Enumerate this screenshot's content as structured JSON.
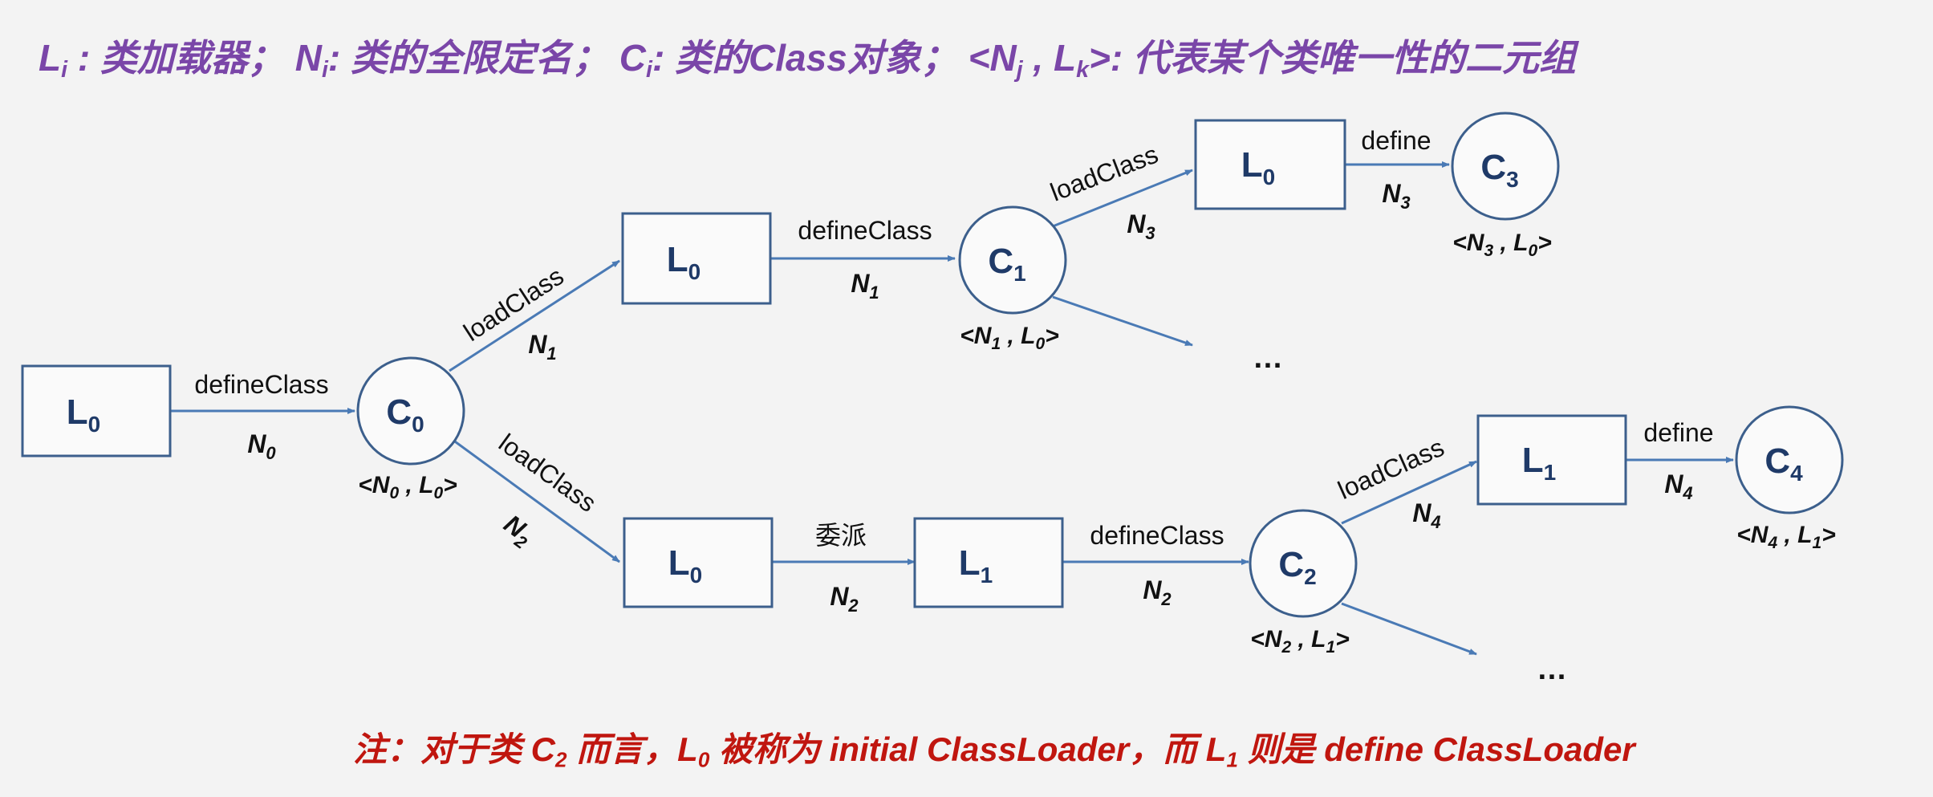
{
  "legend": {
    "l_term": "L",
    "l_sub": "i",
    "l_desc": " : 类加载器；",
    "n_term": "N",
    "n_sub": "i",
    "n_desc": ": 类的全限定名；",
    "c_term": "C",
    "c_sub": "i",
    "c_desc": ": 类的Class对象；",
    "pair_open": "<N",
    "pair_sub1": "j",
    "pair_mid": " , L",
    "pair_sub2": "k",
    "pair_close": ">",
    "pair_desc": ": 代表某个类唯一性的二元组"
  },
  "boxes": [
    {
      "id": "b1",
      "base": "L",
      "sub": "0"
    },
    {
      "id": "b2",
      "base": "L",
      "sub": "0"
    },
    {
      "id": "b3",
      "base": "L",
      "sub": "0"
    },
    {
      "id": "b4",
      "base": "L",
      "sub": "0"
    },
    {
      "id": "b5",
      "base": "L",
      "sub": "1"
    },
    {
      "id": "b6",
      "base": "L",
      "sub": "1"
    }
  ],
  "circles": [
    {
      "id": "c0",
      "base": "C",
      "sub": "0"
    },
    {
      "id": "c1",
      "base": "C",
      "sub": "1"
    },
    {
      "id": "c2",
      "base": "C",
      "sub": "2"
    },
    {
      "id": "c3",
      "base": "C",
      "sub": "3"
    },
    {
      "id": "c4",
      "base": "C",
      "sub": "4"
    }
  ],
  "pairs": [
    {
      "id": "p0",
      "n": "0",
      "l": "0"
    },
    {
      "id": "p1",
      "n": "1",
      "l": "0"
    },
    {
      "id": "p2",
      "n": "2",
      "l": "1"
    },
    {
      "id": "p3",
      "n": "3",
      "l": "0"
    },
    {
      "id": "p4",
      "n": "4",
      "l": "1"
    }
  ],
  "edges": [
    {
      "id": "e1",
      "label": "defineClass",
      "sub": "0"
    },
    {
      "id": "e2",
      "label": "loadClass",
      "sub": "1"
    },
    {
      "id": "e3",
      "label": "loadClass",
      "sub": "2"
    },
    {
      "id": "e4",
      "label": "defineClass",
      "sub": "1"
    },
    {
      "id": "e5",
      "label": "loadClass",
      "sub": "3"
    },
    {
      "id": "e6",
      "label": "define",
      "sub": "3"
    },
    {
      "id": "e7",
      "label": "委派",
      "sub": "2"
    },
    {
      "id": "e8",
      "label": "defineClass",
      "sub": "2"
    },
    {
      "id": "e9",
      "label": "loadClass",
      "sub": "4"
    },
    {
      "id": "e10",
      "label": "define",
      "sub": "4"
    }
  ],
  "ellipsis": [
    "…",
    "…"
  ],
  "note": {
    "part1": "注：对于类 C",
    "sub1": "2",
    "part2": " 而言，L",
    "sub2": "0",
    "part3": " 被称为 initial ClassLoader，而 L",
    "sub3": "1",
    "part4": " 则是 define ClassLoader"
  },
  "colors": {
    "legend": "#7a46a8",
    "note": "#c0160f",
    "node_stroke": "#3c5f8c",
    "arrow": "#4a7ab5"
  }
}
